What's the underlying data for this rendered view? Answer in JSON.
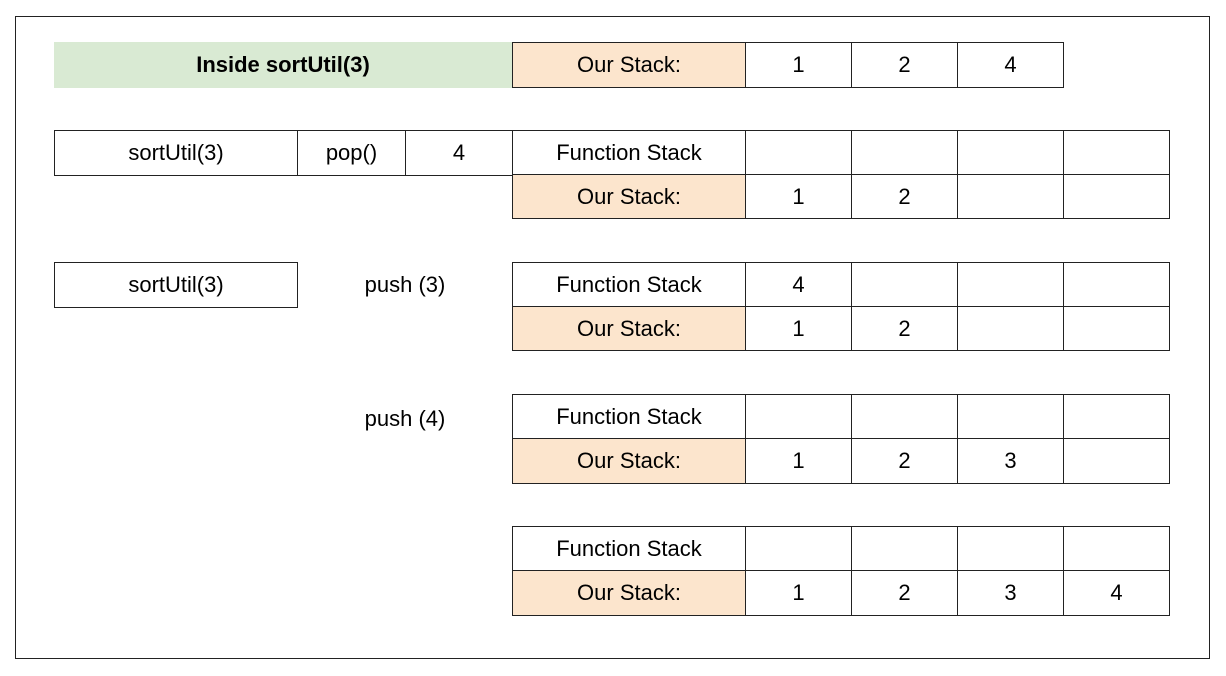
{
  "colors": {
    "header_bg": "#d9ead3",
    "our_stack_label_bg": "#fce5cd",
    "border": "#222222"
  },
  "header": {
    "title": "Inside sortUtil(3)",
    "our_stack_label": "Our Stack:",
    "our_stack_values": [
      "1",
      "2",
      "4"
    ]
  },
  "steps": [
    {
      "call": "sortUtil(3)",
      "operation": "pop()",
      "result": "4",
      "function_stack_label": "Function Stack",
      "function_stack_values": [
        "",
        "",
        "",
        ""
      ],
      "our_stack_label": "Our Stack:",
      "our_stack_values": [
        "1",
        "2",
        "",
        ""
      ]
    },
    {
      "call": "sortUtil(3)",
      "operation": "push (3)",
      "function_stack_label": "Function Stack",
      "function_stack_values": [
        "4",
        "",
        "",
        ""
      ],
      "our_stack_label": "Our Stack:",
      "our_stack_values": [
        "1",
        "2",
        "",
        ""
      ]
    },
    {
      "operation": "push (4)",
      "function_stack_label": "Function Stack",
      "function_stack_values": [
        "",
        "",
        "",
        ""
      ],
      "our_stack_label": "Our Stack:",
      "our_stack_values": [
        "1",
        "2",
        "3",
        ""
      ]
    },
    {
      "function_stack_label": "Function Stack",
      "function_stack_values": [
        "",
        "",
        "",
        ""
      ],
      "our_stack_label": "Our Stack:",
      "our_stack_values": [
        "1",
        "2",
        "3",
        "4"
      ]
    }
  ]
}
